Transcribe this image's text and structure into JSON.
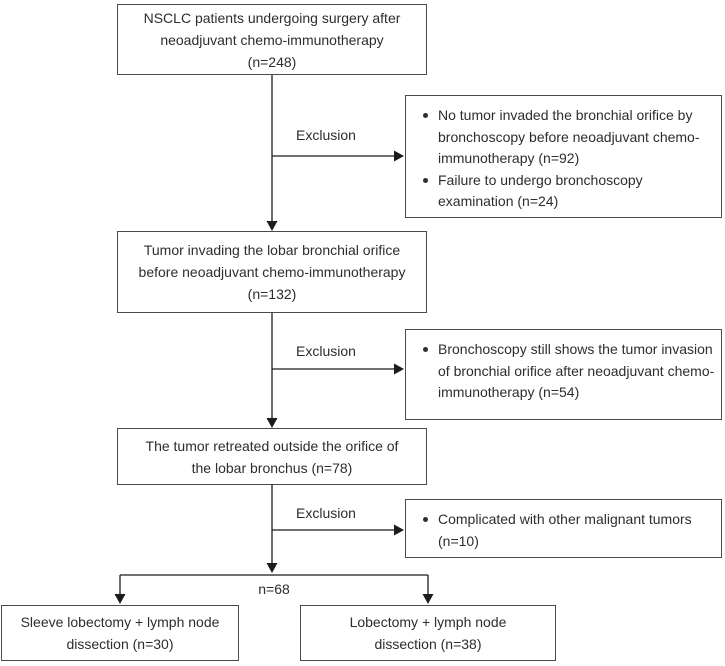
{
  "diagram": {
    "exclusion_label": "Exclusion",
    "branch_label": "n=68",
    "nodes": {
      "enrolled": {
        "lines": [
          "NSCLC patients undergoing surgery after",
          "neoadjuvant chemo-immunotherapy",
          "(n=248)"
        ]
      },
      "invading": {
        "lines": [
          "Tumor invading the lobar bronchial orifice",
          "before neoadjuvant chemo-immunotherapy",
          "(n=132)"
        ]
      },
      "retreated": {
        "lines": [
          "The tumor retreated outside the orifice of",
          "the lobar bronchus (n=78)"
        ]
      },
      "sleeve": {
        "lines": [
          "Sleeve lobectomy + lymph node",
          "dissection (n=30)"
        ]
      },
      "lobectomy": {
        "lines": [
          "Lobectomy + lymph node",
          "dissection (n=38)"
        ]
      }
    },
    "exclusions": [
      {
        "items": [
          "No tumor invaded the bronchial orifice by bronchoscopy before neoadjuvant chemo-immunotherapy (n=92)",
          "Failure to undergo bronchoscopy examination (n=24)"
        ]
      },
      {
        "items": [
          "Bronchoscopy still shows the tumor invasion of bronchial orifice after neoadjuvant chemo-immunotherapy (n=54)"
        ]
      },
      {
        "items": [
          "Complicated with other malignant tumors (n=10)"
        ]
      }
    ]
  }
}
